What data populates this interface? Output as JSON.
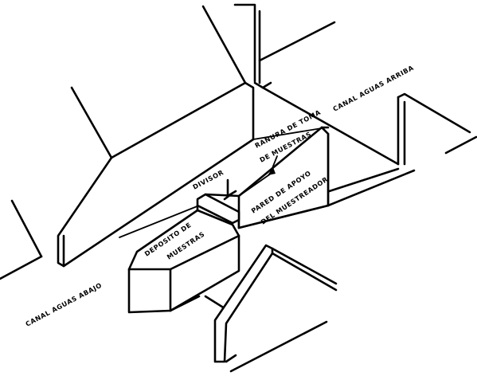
{
  "labels": {
    "canal_aguas_arriba": "CANAL AGUAS ARRIBA",
    "canal_aguas_abajo": "CANAL AGUAS ABAJO",
    "ranura_line1": "RANURA DE TOMA",
    "ranura_line2": "DE MUESTRAS",
    "divisor": "DIVISOR",
    "pared_line1": "PARED DE APOYO",
    "pared_line2": "DEL MUESTREADOR",
    "deposito_line1": "DEPOSITO DE",
    "deposito_line2": "MUESTRAS"
  }
}
